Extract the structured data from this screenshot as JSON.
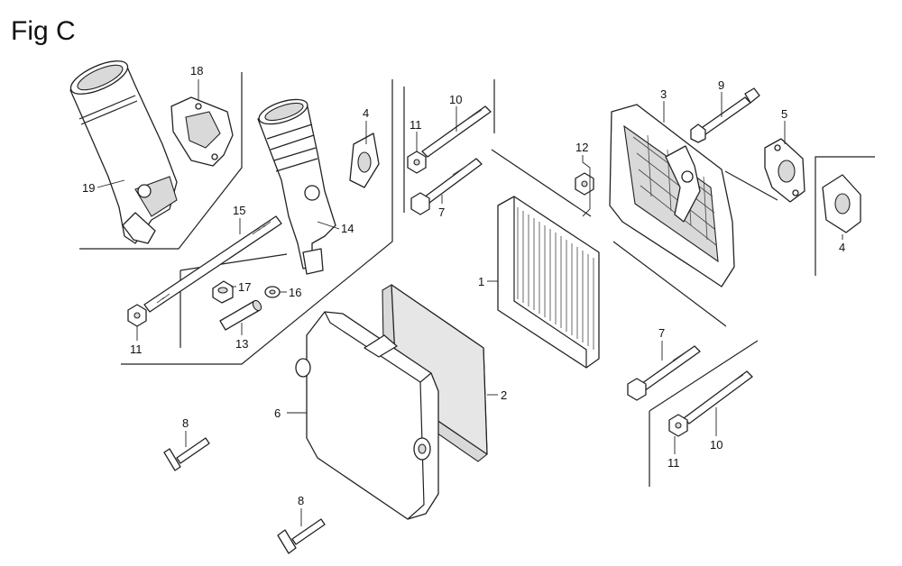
{
  "figure": {
    "title": "Fig C"
  },
  "callouts": {
    "p18": "18",
    "p19": "19",
    "p4a": "4",
    "p14": "14",
    "p15": "15",
    "p17": "17",
    "p16": "16",
    "p11a": "11",
    "p13": "13",
    "p10a": "10",
    "p11b": "11",
    "p7a": "7",
    "p12": "12",
    "p3": "3",
    "p9": "9",
    "p5": "5",
    "p4b": "4",
    "p1": "1",
    "p2": "2",
    "p6": "6",
    "p7b": "7",
    "p10b": "10",
    "p11c": "11",
    "p8a": "8",
    "p8b": "8"
  }
}
